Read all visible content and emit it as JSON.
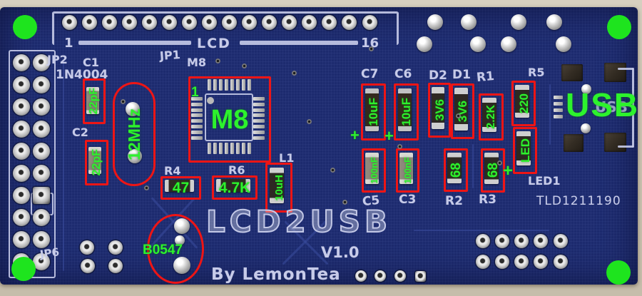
{
  "colors": {
    "background": "#cdc5b4",
    "board_blue": "#1d2b6f",
    "silkscreen": "#c7cbe9",
    "annotation_green": "#2df22d",
    "annotation_red": "#ee1515",
    "corner_marker_green": "#1ee41e"
  },
  "header": {
    "pin_first": "1",
    "label": "LCD",
    "pin_last": "16"
  },
  "silkscreen": {
    "jp2": "JP2",
    "c1": "C1",
    "diode": "1N4004",
    "jp1": "JP1",
    "m8": "M8",
    "c2": "C2",
    "r4": "R4",
    "r6": "R6",
    "l1": "L1",
    "c7": "C7",
    "c6": "C6",
    "d2": "D2",
    "d1": "D1",
    "r1": "R1",
    "r5": "R5",
    "c5": "C5",
    "c3": "C3",
    "r2": "R2",
    "r3": "R3",
    "led1": "LED1",
    "jp6": "JP6",
    "usb": "USB",
    "board_id": "TLD1211190",
    "title": "LCD2USB",
    "version": "V1.0",
    "author": "By LemonTea"
  },
  "annotations": {
    "c1_value": "22pF",
    "c2_value": "22pF",
    "crystal_value": "12MHz",
    "mcu_name": "M8",
    "mcu_pin1": "1",
    "r4_value": "47",
    "r6_value": "4.7K",
    "l1_value": "10uH",
    "c7_value": "10uF",
    "c6_value": "10uF",
    "d2_value": "3V6",
    "d1_value": "3V6",
    "c5_value": "100nF",
    "c3_value": "100nF",
    "r2_value": "68",
    "r3_value": "68",
    "r1_value": "2.2K",
    "r5_value": "220",
    "led_value": "LED",
    "transistor_value": "B0547",
    "usb_label": "USB",
    "plus_c7": "+",
    "plus_c6": "+",
    "plus_led": "+"
  }
}
